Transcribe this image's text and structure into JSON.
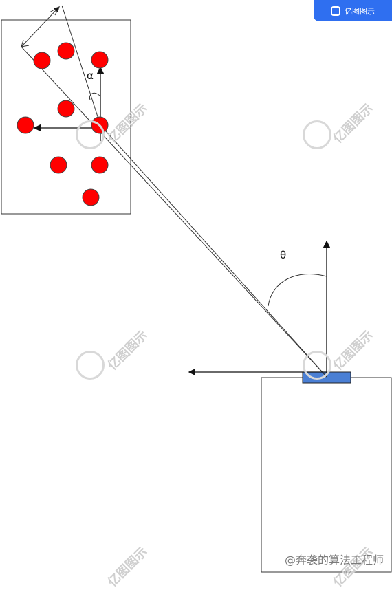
{
  "badge": {
    "text": "亿图图示"
  },
  "watermark": {
    "text": "亿图图示"
  },
  "labels": {
    "alpha": "α",
    "theta": "θ"
  },
  "credit": "@奔袭的算法工程师",
  "colors": {
    "target": "#ff0000",
    "sensor": "#4a7fd4",
    "stroke": "#333333"
  }
}
